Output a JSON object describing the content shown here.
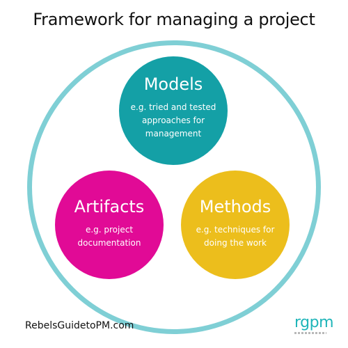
{
  "title": "Framework for managing a project",
  "colors": {
    "ring": "#7fcfd5",
    "models": "#14a0a6",
    "artifacts": "#e10a96",
    "methods": "#ecbe1c",
    "logo": "#1fb5b9"
  },
  "models": {
    "heading": "Models",
    "lines": [
      "e.g. tried and tested",
      "approaches for",
      "management"
    ]
  },
  "artifacts": {
    "heading": "Artifacts",
    "lines": [
      "e.g. project",
      "documentation"
    ]
  },
  "methods": {
    "heading": "Methods",
    "lines": [
      "e.g. techniques for",
      "doing the work"
    ]
  },
  "footer": {
    "website": "RebelsGuidetoPM.com",
    "logo_text": "rgpm"
  }
}
